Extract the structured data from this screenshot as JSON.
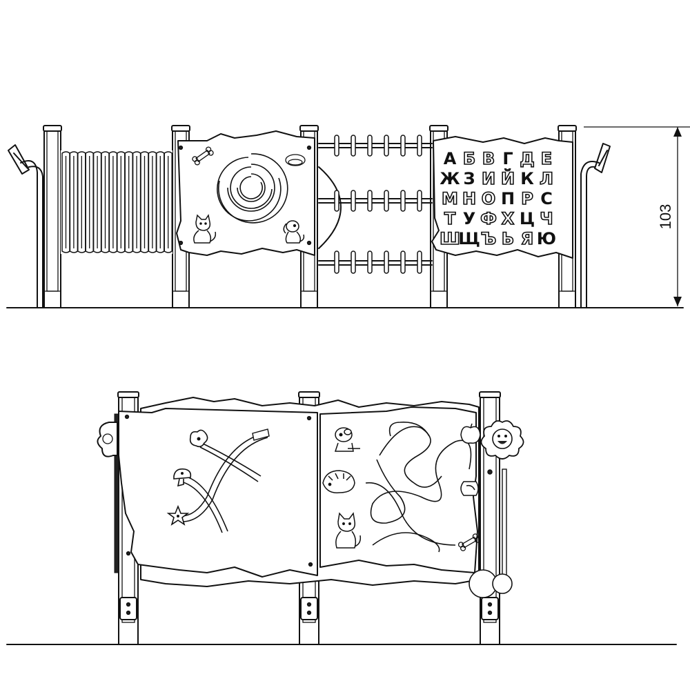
{
  "dimension": {
    "label": "103"
  },
  "alphabet_panel": {
    "rows": [
      {
        "letters": [
          "А",
          "Б",
          "В",
          "Г",
          "Д",
          "Е"
        ],
        "outlined": [
          false,
          true,
          true,
          false,
          true,
          true
        ]
      },
      {
        "letters": [
          "Ж",
          "З",
          "И",
          "Й",
          "К",
          "Л"
        ],
        "outlined": [
          false,
          false,
          true,
          true,
          false,
          true
        ]
      },
      {
        "letters": [
          "М",
          "Н",
          "О",
          "П",
          "Р",
          "С"
        ],
        "outlined": [
          true,
          true,
          true,
          false,
          true,
          false
        ]
      },
      {
        "letters": [
          "Т",
          "У",
          "Ф",
          "Х",
          "Ц",
          "Ч"
        ],
        "outlined": [
          true,
          false,
          true,
          true,
          false,
          true
        ]
      },
      {
        "letters": [
          "Ш",
          "Щ",
          "Ъ",
          "Ь",
          "Я",
          "Ю"
        ],
        "outlined": [
          true,
          false,
          true,
          true,
          true,
          false
        ]
      }
    ]
  },
  "colors": {
    "line": "#111111",
    "background": "#ffffff"
  },
  "icons": [
    "bone-icon",
    "maze-icon",
    "cat-icon",
    "dog-icon",
    "flower-face-icon",
    "apple-icon",
    "hedgehog-icon",
    "fish-icon",
    "star-icon"
  ]
}
